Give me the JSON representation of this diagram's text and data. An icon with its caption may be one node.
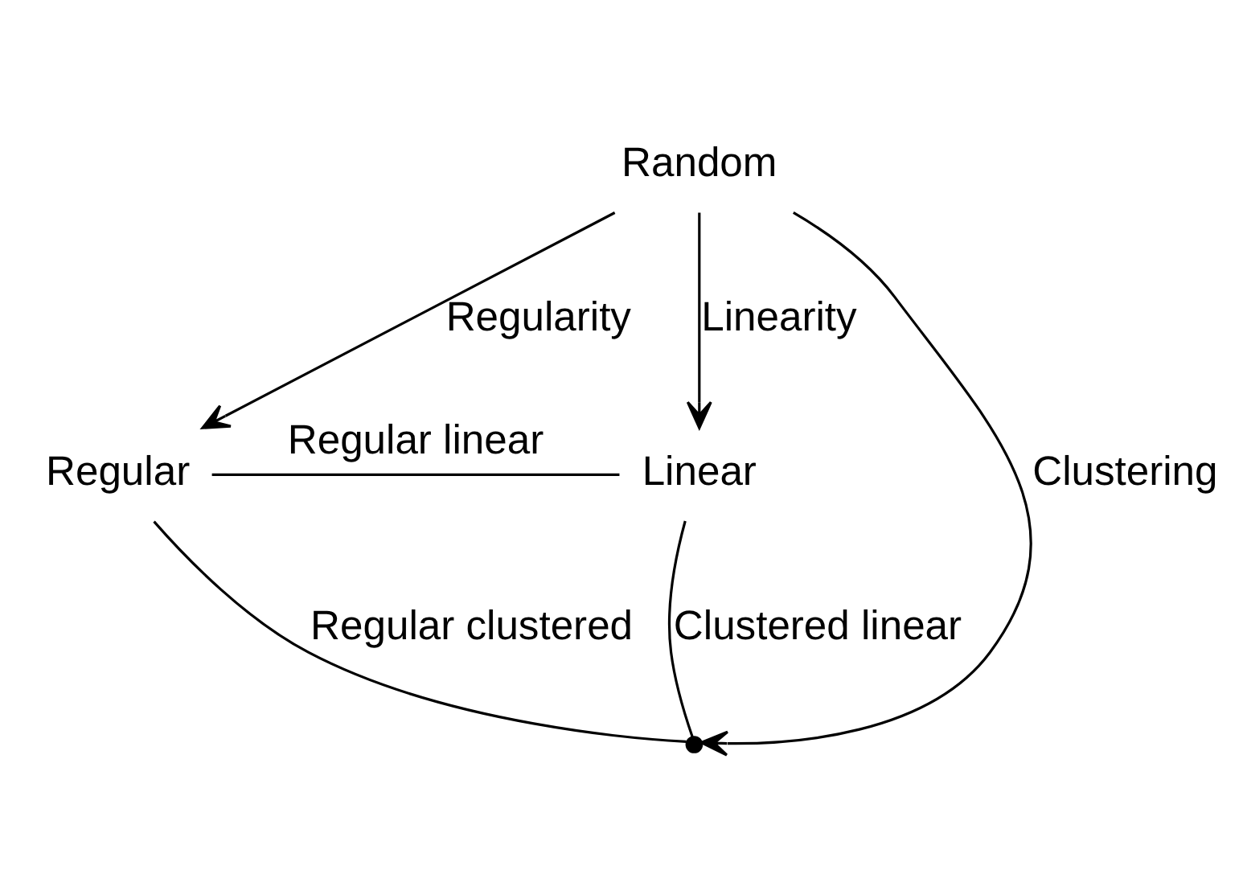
{
  "diagram": {
    "nodes": [
      {
        "text": [
          "Regular"
        ]
      },
      {
        "text": [
          "Linear"
        ]
      },
      {
        "text": [],
        "shape": "point"
      },
      {
        "text": [
          "Random"
        ]
      }
    ],
    "edges": [
      {
        "from": 0,
        "to": 1,
        "arrow": "none",
        "label": "Regular linear"
      },
      {
        "from": 0,
        "to": 2,
        "arrow": "none",
        "label": "Regular clustered"
      },
      {
        "from": 1,
        "to": 2,
        "arrow": "none",
        "label": "Clustered linear"
      },
      {
        "from": 3,
        "to": 0,
        "arrow": "to",
        "label": "Regularity"
      },
      {
        "from": 3,
        "to": 1,
        "arrow": "to",
        "label": "Linearity"
      },
      {
        "from": 3,
        "to": 2,
        "arrow": "to",
        "label": "Clustering"
      }
    ]
  }
}
